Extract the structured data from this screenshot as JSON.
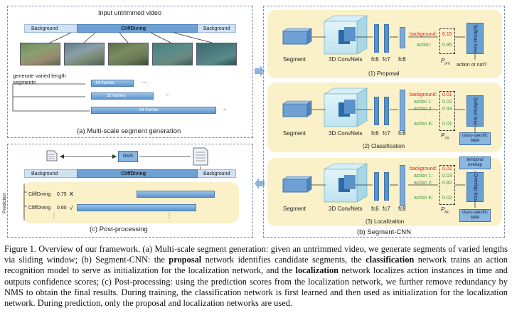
{
  "panel_a": {
    "title": "Input untrimmed video",
    "bar_labels": [
      "Background",
      "CliffDiving",
      "Background"
    ],
    "side_label": "generate varied length segments",
    "segments": [
      "16 frames",
      "32 frames",
      "64 frames"
    ],
    "ellipsis": "...",
    "caption": "(a) Multi-scale segment generation"
  },
  "panel_b": {
    "caption": "(b) Segment-CNN",
    "stages": [
      {
        "segment_label": "Segment",
        "net_label": "3D ConvNets",
        "fc_labels": [
          "fc6",
          "fc7",
          "fc8"
        ],
        "score_lines": [
          {
            "label": "background:",
            "value": "0.15",
            "color": "red"
          },
          {
            "label": "action :",
            "value": "0.85",
            "color": "green"
          }
        ],
        "p_label": "P",
        "p_sub": "pro",
        "loss_label": "Softmax loss",
        "extra_text": "action or not?",
        "caption": "(1) Proposal"
      },
      {
        "segment_label": "Segment",
        "net_label": "3D ConvNets",
        "fc_labels": [
          "fc6",
          "fc7",
          "fc8"
        ],
        "score_lines": [
          {
            "label": "background:",
            "value": "0.01",
            "color": "red"
          },
          {
            "label": "action 1:",
            "value": "0.02",
            "color": "green"
          },
          {
            "label": "action 2:",
            "value": "0.93",
            "color": "green"
          },
          {
            "label": ":",
            "value": ":",
            "color": "green"
          },
          {
            "label": "action K:",
            "value": "0.01",
            "color": "green"
          }
        ],
        "p_label": "P",
        "p_sub": "cls",
        "loss_label": "Softmax loss",
        "extra_text": "class-specific label",
        "caption": "(2) Classification"
      },
      {
        "segment_label": "Segment",
        "net_label": "3D ConvNets",
        "fc_labels": [
          "fc6",
          "fc7",
          "fc8"
        ],
        "score_lines": [
          {
            "label": "background:",
            "value": "0.02",
            "color": "red"
          },
          {
            "label": "action 1:",
            "value": "0.03",
            "color": "green"
          },
          {
            "label": "action 2:",
            "value": "0.82",
            "color": "green"
          },
          {
            "label": ":",
            "value": ":",
            "color": "green"
          },
          {
            "label": "action K:",
            "value": "0.02",
            "color": "green"
          }
        ],
        "p_label": "P",
        "p_sub": "loc",
        "loss_label": "Overlap loss",
        "extra_top": "temporal overlap",
        "extra_text": "class-specific label",
        "caption": "(3) Localization"
      }
    ]
  },
  "panel_c": {
    "nms": "NMS",
    "bar_labels": [
      "Background",
      "CliffDiving",
      "Background"
    ],
    "prediction_label": "Prediction",
    "predictions": [
      {
        "label": "CliffDiving",
        "score": "0.75",
        "mark": "X"
      },
      {
        "label": "CliffDiving",
        "score": "0.80",
        "mark": "√"
      }
    ],
    "vdots": "⋮",
    "caption": "(c) Post-processing"
  },
  "caption": {
    "p1": "Figure 1. Overview of our framework. (a) Multi-scale segment generation: given an untrimmed video, we generate segments of varied lengths via sliding window; (b) Segment-CNN: the ",
    "b1": "proposal",
    "p2": " network identifies candidate segments, the ",
    "b2": "classification",
    "p3": " network trains an action recognition model to serve as initialization for the localization network, and the ",
    "b3": "localization",
    "p4": " network localizes action instances in time and outputs confidence scores; (c) Post-processing: using the prediction scores from the localization network, we further remove redundancy by NMS to obtain the final results. During training, the classification network is first learned and then used as initialization for the localization network. During prediction, only the proposal and localization networks are used."
  },
  "colors": {
    "bar": "#cfe2f3",
    "bar_highlight": "#6fa0d4",
    "stage_bg": "#fbf1c9",
    "background_score": "#d22222",
    "action_score": "#3a9a3a"
  }
}
